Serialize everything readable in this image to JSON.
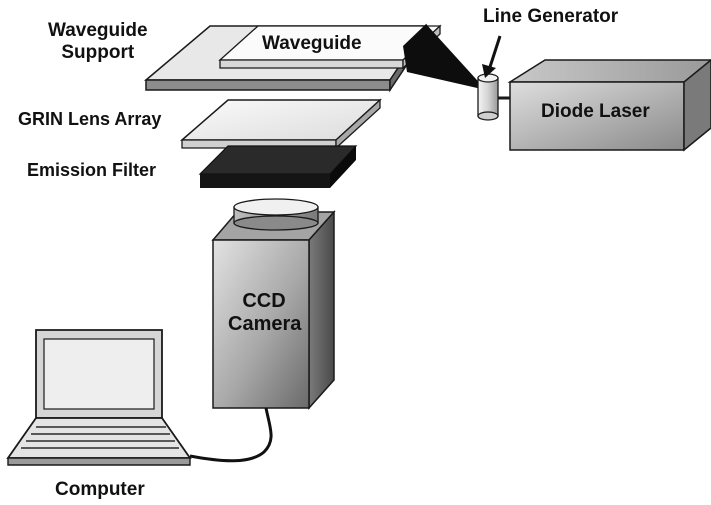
{
  "labels": {
    "waveguide_support": "Waveguide\nSupport",
    "waveguide": "Waveguide",
    "line_generator": "Line Generator",
    "diode_laser": "Diode Laser",
    "grin_lens_array": "GRIN Lens Array",
    "emission_filter": "Emission Filter",
    "ccd_camera": "CCD\nCamera",
    "computer": "Computer"
  },
  "colors": {
    "outline": "#1a1a1a",
    "filter": "#1c1c1c",
    "light_plate": "#f2f2f2",
    "support_top": "#e6e6e6",
    "support_side": "#8a8a8a",
    "camera_front_light": "#d9d9d9",
    "camera_front_dark": "#6f6f6f",
    "laser_front_light": "#d0d0d0",
    "laser_front_dark": "#8a8a8a",
    "beam": "#0d0d0d"
  }
}
